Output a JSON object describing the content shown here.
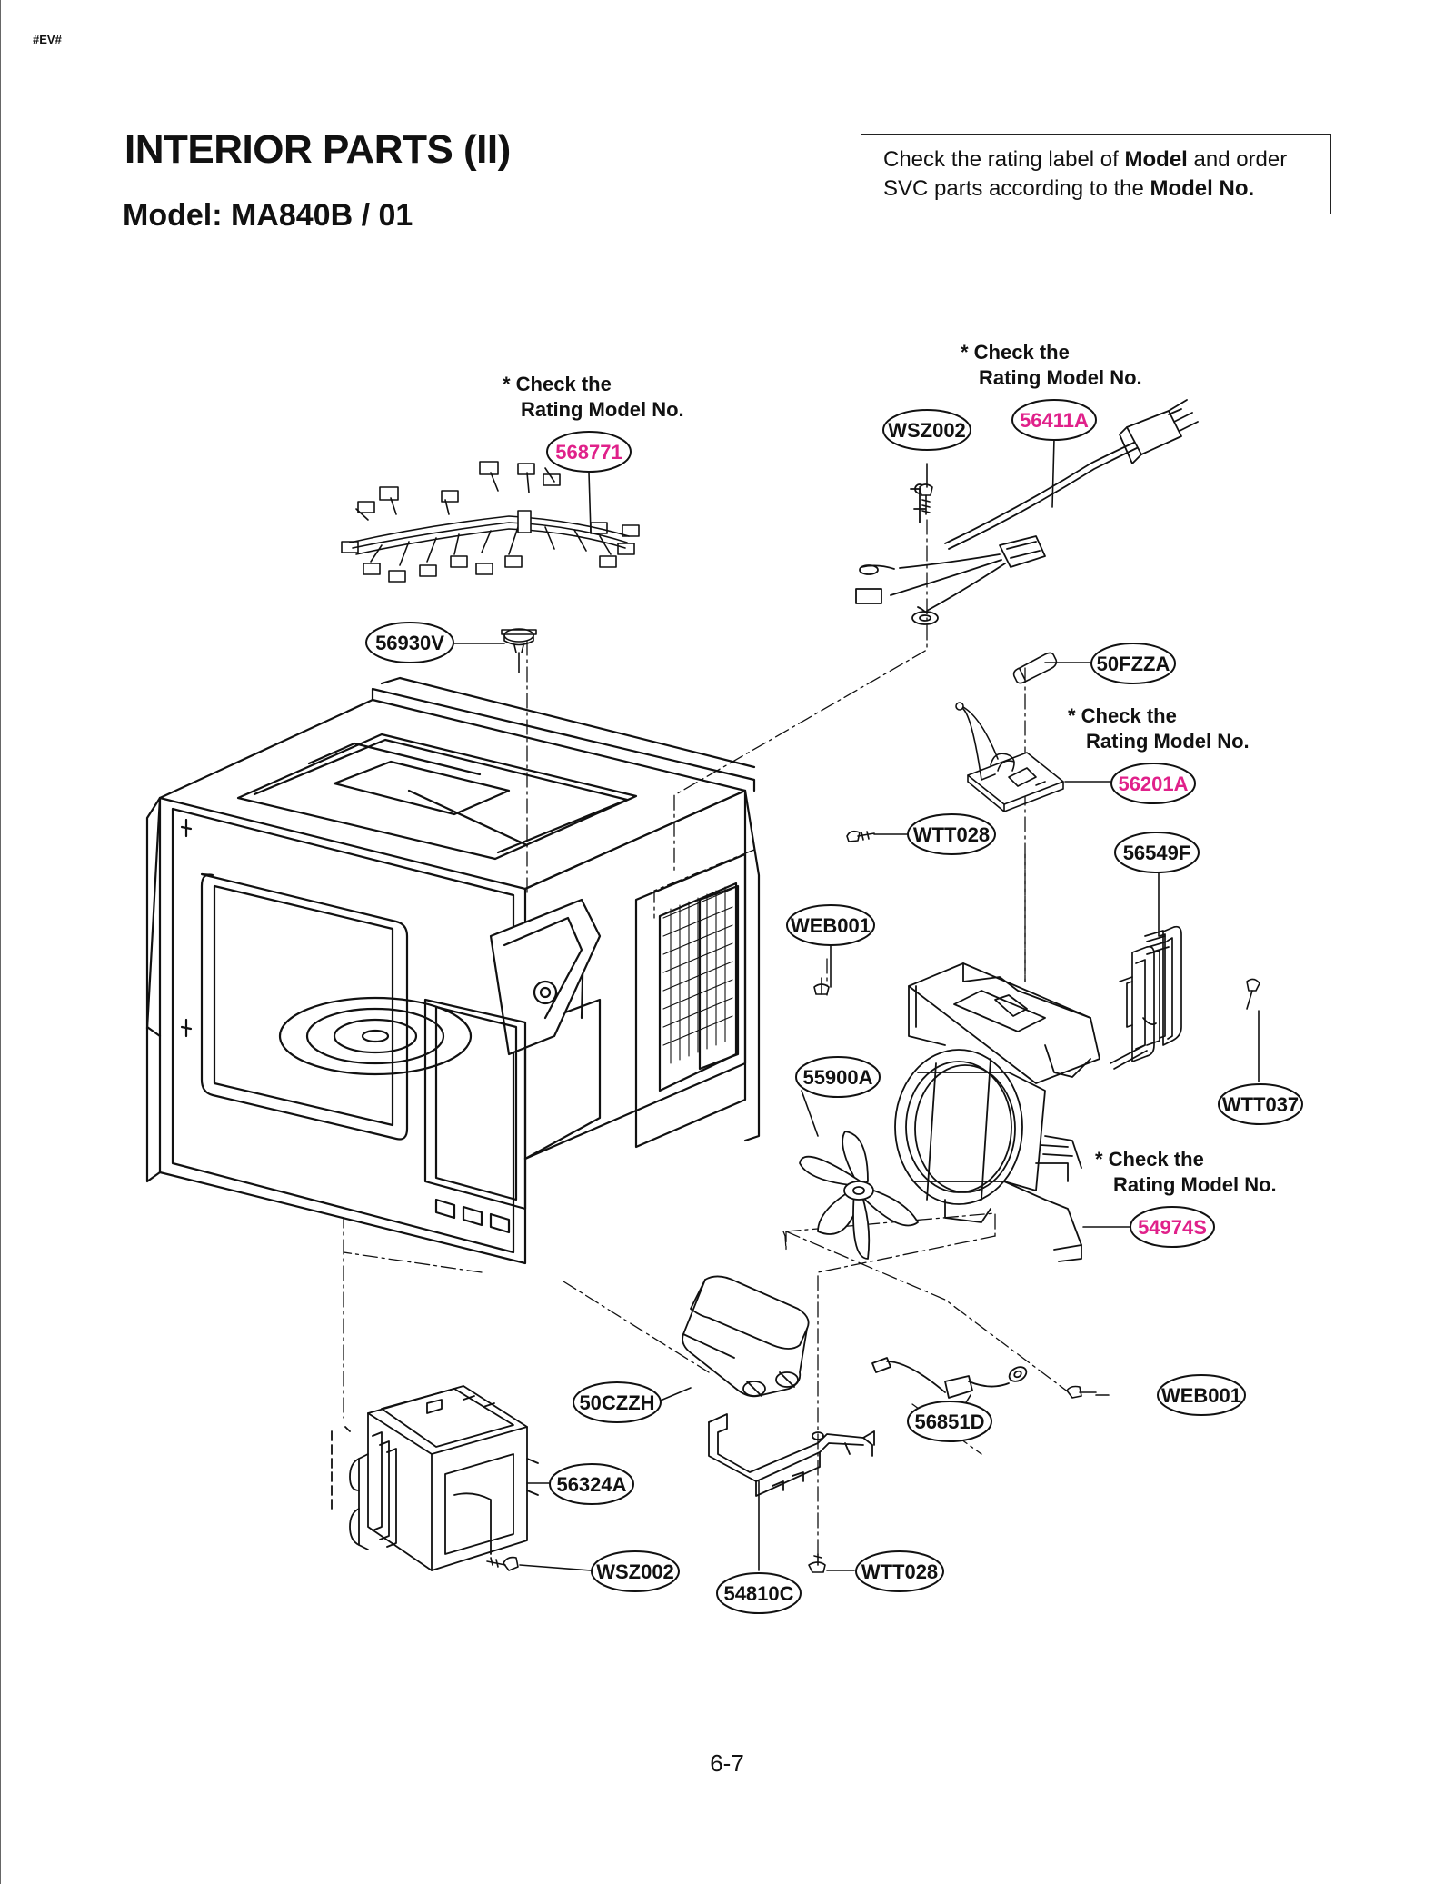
{
  "header": {
    "code": "#EV#",
    "title": "INTERIOR PARTS (II)",
    "model_line": "Model: MA840B / 01"
  },
  "notice": {
    "prefix": "Check the rating label of ",
    "bold1": "Model",
    "middle": " and order SVC parts according to the ",
    "bold2": "Model No."
  },
  "check_note": {
    "line1": "* Check the",
    "line2": "Rating Model No."
  },
  "colors": {
    "highlight": "#e0218a",
    "ink": "#111111"
  },
  "callouts": [
    {
      "id": "c-568771",
      "label": "568771",
      "highlight": true
    },
    {
      "id": "c-56411a",
      "label": "56411A",
      "highlight": true
    },
    {
      "id": "c-wsz002-top",
      "label": "WSZ002",
      "highlight": false
    },
    {
      "id": "c-56930v",
      "label": "56930V",
      "highlight": false
    },
    {
      "id": "c-50fzza",
      "label": "50FZZA",
      "highlight": false
    },
    {
      "id": "c-56201a",
      "label": "56201A",
      "highlight": true
    },
    {
      "id": "c-wtt028-top",
      "label": "WTT028",
      "highlight": false
    },
    {
      "id": "c-56549f",
      "label": "56549F",
      "highlight": false
    },
    {
      "id": "c-web001-top",
      "label": "WEB001",
      "highlight": false
    },
    {
      "id": "c-55900a",
      "label": "55900A",
      "highlight": false
    },
    {
      "id": "c-wtt037",
      "label": "WTT037",
      "highlight": false
    },
    {
      "id": "c-54974s",
      "label": "54974S",
      "highlight": true
    },
    {
      "id": "c-50czzh",
      "label": "50CZZH",
      "highlight": false
    },
    {
      "id": "c-56851d",
      "label": "56851D",
      "highlight": false
    },
    {
      "id": "c-web001-bot",
      "label": "WEB001",
      "highlight": false
    },
    {
      "id": "c-56324a",
      "label": "56324A",
      "highlight": false
    },
    {
      "id": "c-wsz002-bot",
      "label": "WSZ002",
      "highlight": false
    },
    {
      "id": "c-54810c",
      "label": "54810C",
      "highlight": false
    },
    {
      "id": "c-wtt028-bot",
      "label": "WTT028",
      "highlight": false
    }
  ],
  "page": {
    "number": "6-7"
  }
}
